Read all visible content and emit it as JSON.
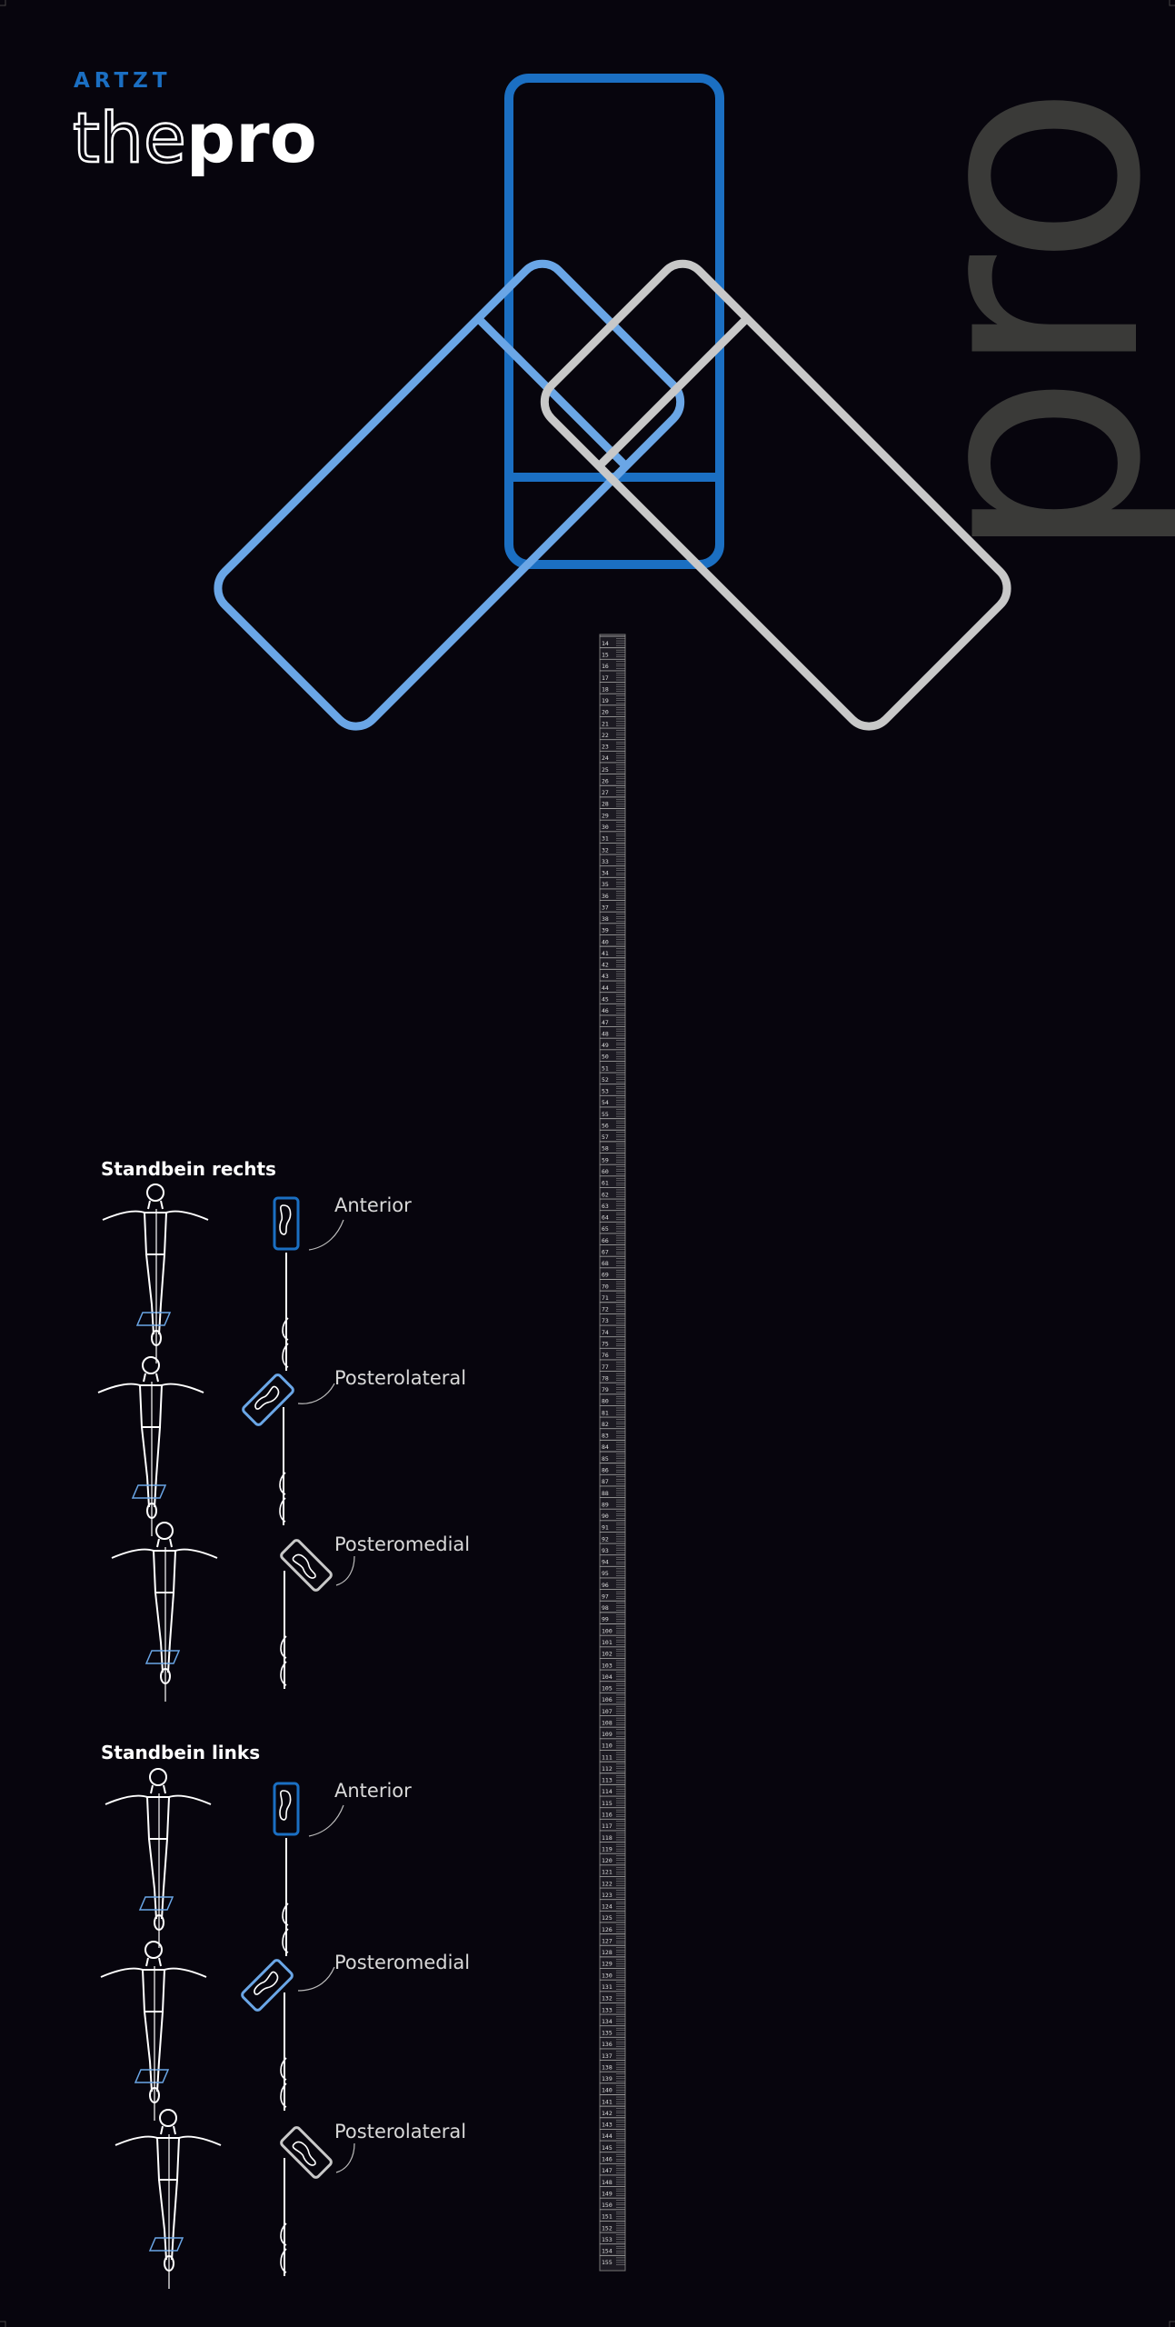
{
  "brand": {
    "name_top": "ARTZT",
    "name_thin": "the",
    "name_bold": "pro",
    "watermark": "pro"
  },
  "colors": {
    "background": "#07050d",
    "brand_blue": "#1b6fc2",
    "light_blue": "#6aa6e6",
    "grey": "#c8c8c8",
    "watermark": "#3a3a38"
  },
  "scale": {
    "start": 14,
    "end": 155
  },
  "sections": [
    {
      "title": "Standbein rechts",
      "exercises": [
        {
          "direction": "Anterior",
          "icon": "anterior-pad-icon"
        },
        {
          "direction": "Posterolateral",
          "icon": "posterolateral-pad-icon"
        },
        {
          "direction": "Posteromedial",
          "icon": "posteromedial-pad-icon"
        }
      ]
    },
    {
      "title": "Standbein links",
      "exercises": [
        {
          "direction": "Anterior",
          "icon": "anterior-pad-icon"
        },
        {
          "direction": "Posteromedial",
          "icon": "posteromedial-pad-icon"
        },
        {
          "direction": "Posterolateral",
          "icon": "posterolateral-pad-icon"
        }
      ]
    }
  ]
}
